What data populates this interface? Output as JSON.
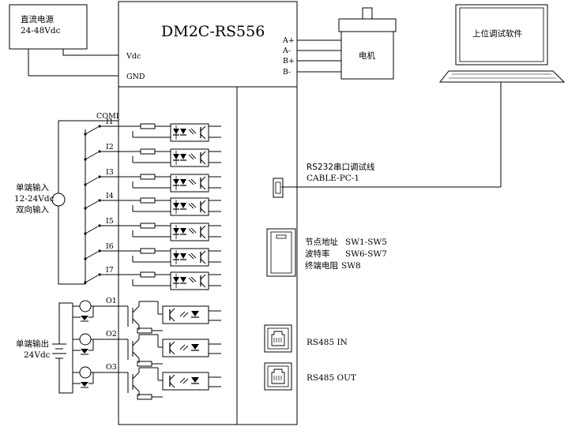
{
  "power_supply": {
    "label_cn": "直流电源",
    "label_voltage": "24-48Vdc"
  },
  "driver": {
    "model": "DM2C-RS556",
    "vdc_label": "Vdc",
    "gnd_label": "GND"
  },
  "motor": {
    "label": "电机",
    "phases": [
      "A+",
      "A-",
      "B+",
      "B-"
    ]
  },
  "pc": {
    "label": "上位调试软件"
  },
  "inputs": {
    "common_label": "COMI",
    "channels": [
      "I1",
      "I2",
      "I3",
      "I4",
      "I5",
      "I6",
      "I7"
    ],
    "side_label_1": "单端输入",
    "side_label_2": "12-24Vdc",
    "side_label_3": "双向输入"
  },
  "outputs": {
    "channels": [
      "O1",
      "O2",
      "O3"
    ],
    "side_label_1": "单端输出",
    "side_label_2": "24Vdc"
  },
  "rs232": {
    "label_1": "RS232串口调试线",
    "label_2": "CABLE-PC-1"
  },
  "dip": {
    "row1_name": "节点地址",
    "row1_switch": "SW1-SW5",
    "row2_name": "波特率",
    "row2_switch": "SW6-SW7",
    "row3_name": "终端电阻",
    "row3_switch": "SW8"
  },
  "rs485": {
    "in_label": "RS485 IN",
    "out_label": "RS485 OUT"
  }
}
